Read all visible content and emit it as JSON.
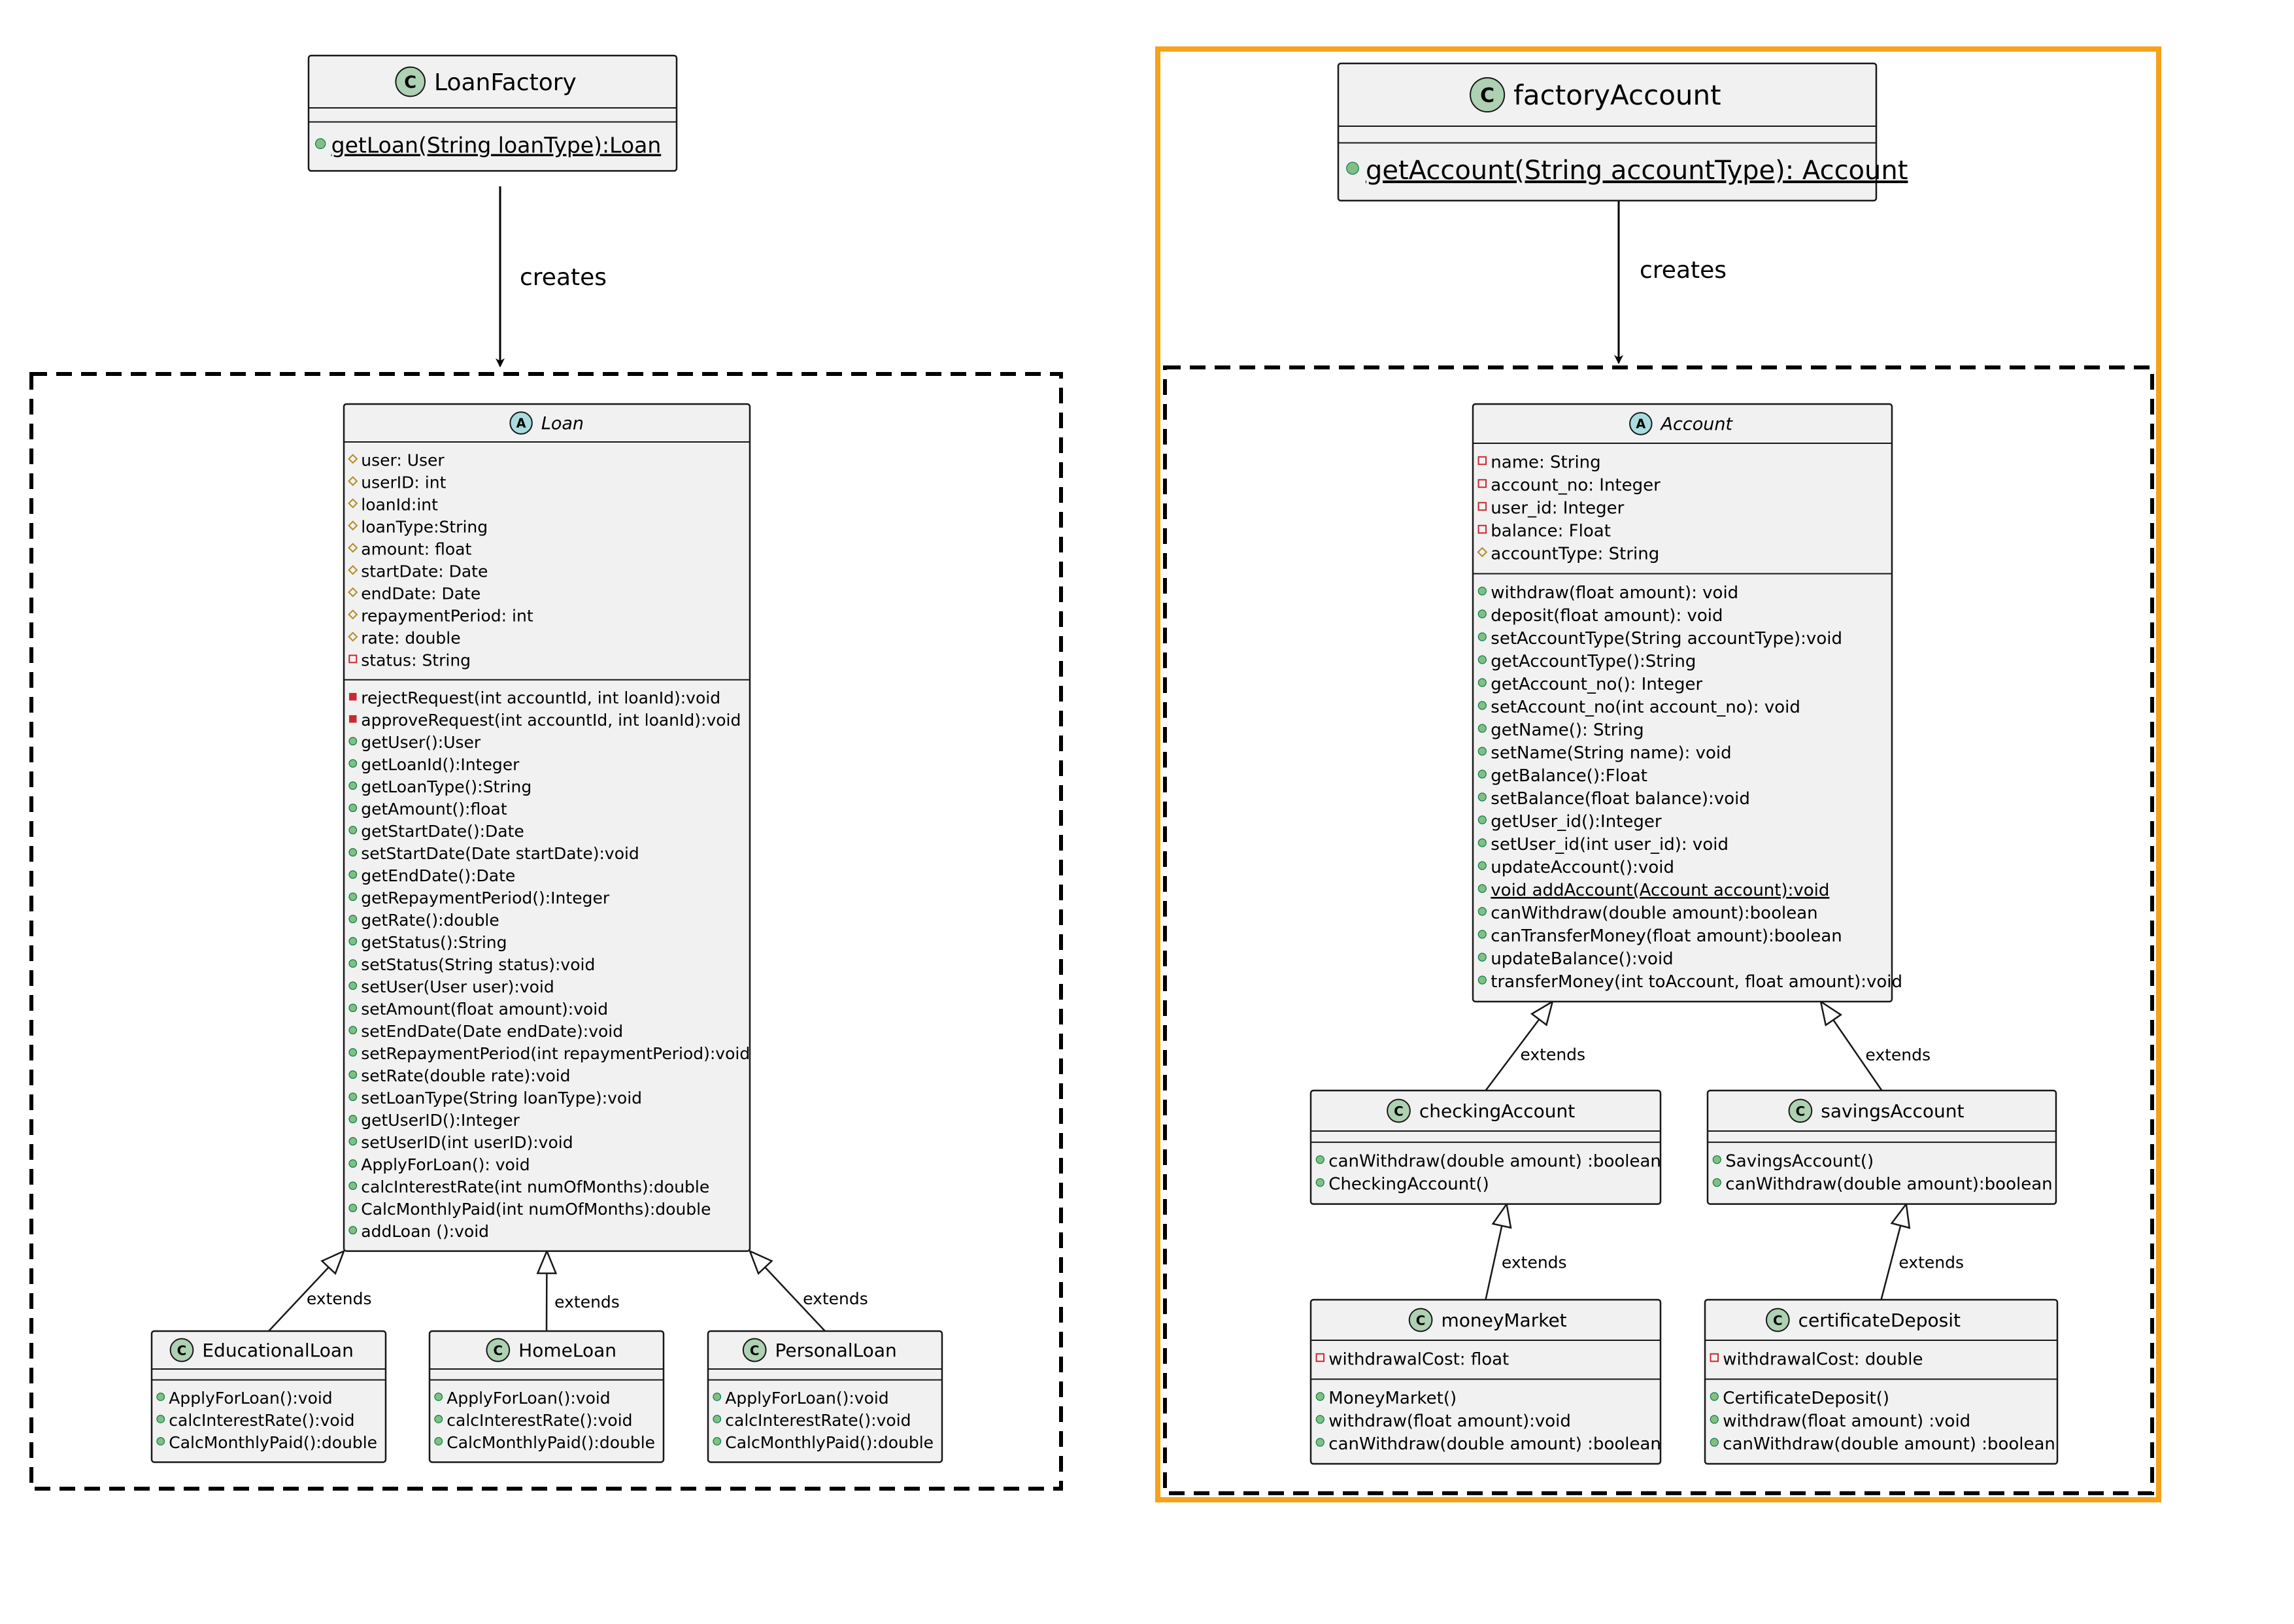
{
  "colors": {
    "class_fill": "#f1f1f1",
    "class_icon": "#add1b2",
    "abstract_icon": "#a9dcdf",
    "public_dot": "#84be84",
    "private_dot": "#c82930",
    "protected_dot": "#b38d22",
    "frame": "#000000",
    "highlight": "#f5a21c"
  },
  "labels": {
    "creates": "creates",
    "extends": "extends"
  },
  "classes": {
    "loanFactory": {
      "name": "LoanFactory",
      "stereotype": "C",
      "fields": [],
      "methods": [
        {
          "vis": "public",
          "text": "getLoan(String loanType):Loan",
          "static": true
        }
      ]
    },
    "factoryAccount": {
      "name": "factoryAccount",
      "stereotype": "C",
      "fields": [],
      "methods": [
        {
          "vis": "public",
          "text": "getAccount(String accountType): Account",
          "static": true
        }
      ]
    },
    "loan": {
      "name": "Loan",
      "stereotype": "A",
      "fields": [
        {
          "vis": "protected",
          "text": "user: User"
        },
        {
          "vis": "protected",
          "text": "userID: int"
        },
        {
          "vis": "protected",
          "text": "loanId:int"
        },
        {
          "vis": "protected",
          "text": "loanType:String"
        },
        {
          "vis": "protected",
          "text": "amount: float"
        },
        {
          "vis": "protected",
          "text": "startDate: Date"
        },
        {
          "vis": "protected",
          "text": "endDate: Date"
        },
        {
          "vis": "protected",
          "text": "repaymentPeriod: int"
        },
        {
          "vis": "protected",
          "text": "rate: double"
        },
        {
          "vis": "private-field",
          "text": "status: String"
        }
      ],
      "methods": [
        {
          "vis": "private",
          "text": "rejectRequest(int accountId, int loanId):void"
        },
        {
          "vis": "private",
          "text": "approveRequest(int accountId, int loanId):void"
        },
        {
          "vis": "public",
          "text": "getUser():User"
        },
        {
          "vis": "public",
          "text": "getLoanId():Integer"
        },
        {
          "vis": "public",
          "text": "getLoanType():String"
        },
        {
          "vis": "public",
          "text": "getAmount():float"
        },
        {
          "vis": "public",
          "text": "getStartDate():Date"
        },
        {
          "vis": "public",
          "text": "setStartDate(Date startDate):void"
        },
        {
          "vis": "public",
          "text": "getEndDate():Date"
        },
        {
          "vis": "public",
          "text": "getRepaymentPeriod():Integer"
        },
        {
          "vis": "public",
          "text": "getRate():double"
        },
        {
          "vis": "public",
          "text": "getStatus():String"
        },
        {
          "vis": "public",
          "text": "setStatus(String status):void"
        },
        {
          "vis": "public",
          "text": "setUser(User user):void"
        },
        {
          "vis": "public",
          "text": "setAmount(float amount):void"
        },
        {
          "vis": "public",
          "text": "setEndDate(Date endDate):void"
        },
        {
          "vis": "public",
          "text": "setRepaymentPeriod(int repaymentPeriod):void"
        },
        {
          "vis": "public",
          "text": "setRate(double rate):void"
        },
        {
          "vis": "public",
          "text": "setLoanType(String loanType):void"
        },
        {
          "vis": "public",
          "text": "getUserID():Integer"
        },
        {
          "vis": "public",
          "text": "setUserID(int userID):void"
        },
        {
          "vis": "public",
          "text": "ApplyForLoan(): void"
        },
        {
          "vis": "public",
          "text": "calcInterestRate(int numOfMonths):double"
        },
        {
          "vis": "public",
          "text": "CalcMonthlyPaid(int numOfMonths):double"
        },
        {
          "vis": "public",
          "text": "addLoan ():void"
        }
      ]
    },
    "educationalLoan": {
      "name": "EducationalLoan",
      "stereotype": "C",
      "fields": [],
      "methods": [
        {
          "vis": "public",
          "text": "ApplyForLoan():void"
        },
        {
          "vis": "public",
          "text": "calcInterestRate():void"
        },
        {
          "vis": "public",
          "text": "CalcMonthlyPaid():double"
        }
      ]
    },
    "homeLoan": {
      "name": "HomeLoan",
      "stereotype": "C",
      "fields": [],
      "methods": [
        {
          "vis": "public",
          "text": "ApplyForLoan():void"
        },
        {
          "vis": "public",
          "text": "calcInterestRate():void"
        },
        {
          "vis": "public",
          "text": "CalcMonthlyPaid():double"
        }
      ]
    },
    "personalLoan": {
      "name": "PersonalLoan",
      "stereotype": "C",
      "fields": [],
      "methods": [
        {
          "vis": "public",
          "text": "ApplyForLoan():void"
        },
        {
          "vis": "public",
          "text": "calcInterestRate():void"
        },
        {
          "vis": "public",
          "text": "CalcMonthlyPaid():double"
        }
      ]
    },
    "account": {
      "name": "Account",
      "stereotype": "A",
      "fields": [
        {
          "vis": "private-field",
          "text": "name: String"
        },
        {
          "vis": "private-field",
          "text": "account_no: Integer"
        },
        {
          "vis": "private-field",
          "text": "user_id: Integer"
        },
        {
          "vis": "private-field",
          "text": "balance: Float"
        },
        {
          "vis": "protected",
          "text": "accountType: String"
        }
      ],
      "methods": [
        {
          "vis": "public",
          "text": "withdraw(float amount): void"
        },
        {
          "vis": "public",
          "text": "deposit(float amount): void"
        },
        {
          "vis": "public",
          "text": "setAccountType(String accountType):void"
        },
        {
          "vis": "public",
          "text": "getAccountType():String"
        },
        {
          "vis": "public",
          "text": "getAccount_no(): Integer"
        },
        {
          "vis": "public",
          "text": "setAccount_no(int account_no): void"
        },
        {
          "vis": "public",
          "text": "getName(): String"
        },
        {
          "vis": "public",
          "text": "setName(String name): void"
        },
        {
          "vis": "public",
          "text": "getBalance():Float"
        },
        {
          "vis": "public",
          "text": "setBalance(float balance):void"
        },
        {
          "vis": "public",
          "text": "getUser_id():Integer"
        },
        {
          "vis": "public",
          "text": "setUser_id(int user_id): void"
        },
        {
          "vis": "public",
          "text": "updateAccount():void"
        },
        {
          "vis": "public",
          "text": "void addAccount(Account account):void",
          "static": true
        },
        {
          "vis": "public",
          "text": "canWithdraw(double amount):boolean"
        },
        {
          "vis": "public",
          "text": "canTransferMoney(float amount):boolean"
        },
        {
          "vis": "public",
          "text": "updateBalance():void"
        },
        {
          "vis": "public",
          "text": "transferMoney(int toAccount, float amount):void"
        }
      ]
    },
    "checkingAccount": {
      "name": "checkingAccount",
      "stereotype": "C",
      "fields": [],
      "methods": [
        {
          "vis": "public",
          "text": "canWithdraw(double amount) :boolean"
        },
        {
          "vis": "public",
          "text": "CheckingAccount()"
        }
      ]
    },
    "savingsAccount": {
      "name": "savingsAccount",
      "stereotype": "C",
      "fields": [],
      "methods": [
        {
          "vis": "public",
          "text": "SavingsAccount()"
        },
        {
          "vis": "public",
          "text": "canWithdraw(double amount):boolean"
        }
      ]
    },
    "moneyMarket": {
      "name": "moneyMarket",
      "stereotype": "C",
      "fields": [
        {
          "vis": "private-field",
          "text": "withdrawalCost: float"
        }
      ],
      "methods": [
        {
          "vis": "public",
          "text": "MoneyMarket()"
        },
        {
          "vis": "public",
          "text": "withdraw(float amount):void"
        },
        {
          "vis": "public",
          "text": "canWithdraw(double amount) :boolean"
        }
      ]
    },
    "certificateDeposit": {
      "name": "certificateDeposit",
      "stereotype": "C",
      "fields": [
        {
          "vis": "private-field",
          "text": "withdrawalCost: double"
        }
      ],
      "methods": [
        {
          "vis": "public",
          "text": "CertificateDeposit()"
        },
        {
          "vis": "public",
          "text": "withdraw(float amount) :void"
        },
        {
          "vis": "public",
          "text": "canWithdraw(double amount) :boolean"
        }
      ]
    }
  }
}
